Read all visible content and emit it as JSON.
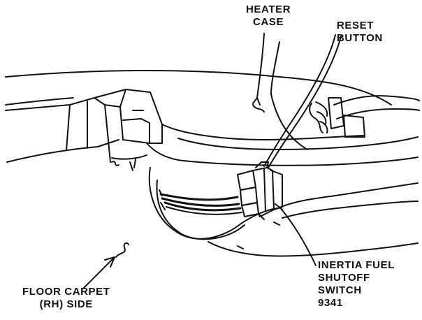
{
  "labels": {
    "heater_case": [
      "HEATER",
      "CASE"
    ],
    "reset_button": [
      "RESET",
      "BUTTON"
    ],
    "floor_carpet": [
      "FLOOR CARPET",
      "(RH) SIDE"
    ],
    "inertia_switch": [
      "INERTIA FUEL",
      "SHUTOFF",
      "SWITCH",
      "9341"
    ]
  },
  "colors": {
    "line": "#111111",
    "background": "#ffffff"
  }
}
